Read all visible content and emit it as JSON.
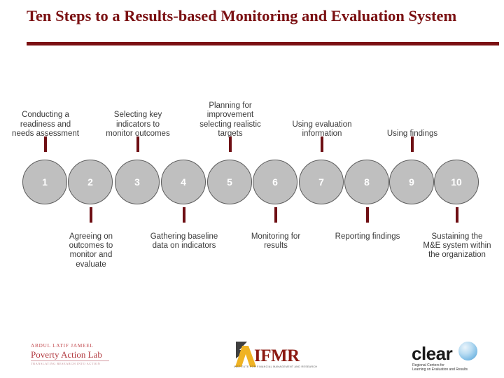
{
  "slide": {
    "title": "Ten Steps to a Results-based Monitoring and Evaluation System",
    "accent_color": "#7B1113",
    "tick_color": "#6E0F14",
    "circle_fill": "#bfbfbf",
    "circle_border": "#5c5c5c",
    "circle_number_color": "#ffffff"
  },
  "steps": [
    {
      "number": "1",
      "label": "Conducting a readiness and needs assessment",
      "position": "top",
      "tick": "up"
    },
    {
      "number": "2",
      "label": "Agreeing on outcomes to monitor and evaluate",
      "position": "bottom",
      "tick": "down"
    },
    {
      "number": "3",
      "label": "Selecting key indicators to monitor outcomes",
      "position": "top",
      "tick": "up"
    },
    {
      "number": "4",
      "label": "Gathering baseline data on indicators",
      "position": "bottom",
      "tick": "down"
    },
    {
      "number": "5",
      "label": "Planning for improvement selecting realistic targets",
      "position": "top",
      "tick": "up"
    },
    {
      "number": "6",
      "label": "Monitoring for results",
      "position": "bottom",
      "tick": "down"
    },
    {
      "number": "7",
      "label": "Using evaluation information",
      "position": "top",
      "tick": "up"
    },
    {
      "number": "8",
      "label": "Reporting findings",
      "position": "bottom",
      "tick": "down"
    },
    {
      "number": "9",
      "label": "Using findings",
      "position": "top",
      "tick": "up"
    },
    {
      "number": "10",
      "label": "Sustaining the M&E system within the organization",
      "position": "bottom",
      "tick": "down"
    }
  ],
  "footer": {
    "jpal": {
      "line1": "ABDUL LATIF JAMEEL",
      "line2": "Poverty Action Lab",
      "tagline": "TRANSLATING RESEARCH INTO ACTION",
      "color": "#B23B41"
    },
    "ifmr": {
      "word": "IFMR",
      "tagline": "INSTITUTE FOR FINANCIAL MANAGEMENT AND RESEARCH",
      "word_color": "#8C1A12",
      "mark_gold": "#F0B323",
      "mark_dark": "#3F3F3F"
    },
    "clear": {
      "word": "clear",
      "subtitle_line1": "Regional Centers for",
      "subtitle_line2": "Learning on Evaluation and Results",
      "globe_color": "#7fbde5"
    }
  }
}
